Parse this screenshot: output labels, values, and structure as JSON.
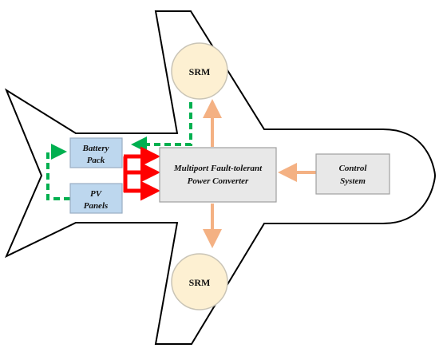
{
  "diagram": {
    "nodes": {
      "srm_top": {
        "label": "SRM"
      },
      "srm_bottom": {
        "label": "SRM"
      },
      "battery": {
        "line1": "Battery",
        "line2": "Pack"
      },
      "pv": {
        "line1": "PV",
        "line2": "Panels"
      },
      "converter": {
        "line1": "Multiport Fault-tolerant",
        "line2": "Power Converter"
      },
      "control": {
        "line1": "Control",
        "line2": "System"
      }
    },
    "edges": [
      {
        "from": "control",
        "to": "converter",
        "style": "solid",
        "color": "orange"
      },
      {
        "from": "converter",
        "to": "srm_top",
        "style": "solid",
        "color": "orange"
      },
      {
        "from": "converter",
        "to": "srm_bottom",
        "style": "solid",
        "color": "orange"
      },
      {
        "from": "battery",
        "to": "converter",
        "style": "solid",
        "color": "red"
      },
      {
        "from": "pv",
        "to": "converter",
        "style": "solid",
        "color": "red"
      },
      {
        "from": "srm_top",
        "to": "battery",
        "style": "dashed",
        "color": "green"
      },
      {
        "from": "pv",
        "to": "battery",
        "style": "dashed",
        "color": "green"
      }
    ],
    "colors": {
      "srm_fill": "#fdf0d2",
      "srm_stroke": "#c9c4b6",
      "box_fill": "#bdd7ee",
      "box_stroke": "#9aaec3",
      "converter_fill": "#e8e8e8",
      "converter_stroke": "#a0a0a0",
      "orange_arrow": "#f4b183",
      "red_arrow": "#ff0000",
      "green_dash": "#00b050",
      "outline": "#000000"
    }
  }
}
